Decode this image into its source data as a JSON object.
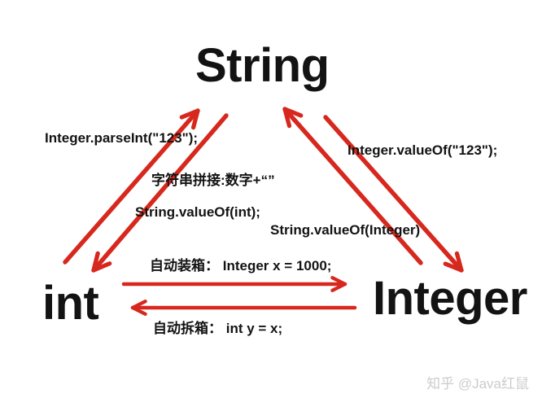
{
  "colors": {
    "arrow": "#d7281e",
    "ink": "#131313",
    "watermark": "#cccccc",
    "background": "#ffffff"
  },
  "nodes": {
    "string": "String",
    "int": "int",
    "integer": "Integer"
  },
  "conversion_labels": {
    "string_to_int": "Integer.parseInt(\"123\");",
    "int_to_string_concat": "字符串拼接:数字+“”",
    "int_to_string_valueof": "String.valueOf(int);",
    "string_to_integer": "Integer.valueOf(\"123\");",
    "integer_to_string": "String.valueOf(Integer)",
    "int_to_integer_autoboxing": "自动装箱： Integer x = 1000;",
    "integer_to_int_unboxing": "自动拆箱： int y = x;"
  },
  "arrows": [
    {
      "from": "int",
      "to": "String"
    },
    {
      "from": "String",
      "to": "int"
    },
    {
      "from": "Integer",
      "to": "String"
    },
    {
      "from": "String",
      "to": "Integer"
    },
    {
      "from": "int",
      "to": "Integer"
    },
    {
      "from": "Integer",
      "to": "int"
    }
  ],
  "watermark": "知乎 @Java红鼠"
}
